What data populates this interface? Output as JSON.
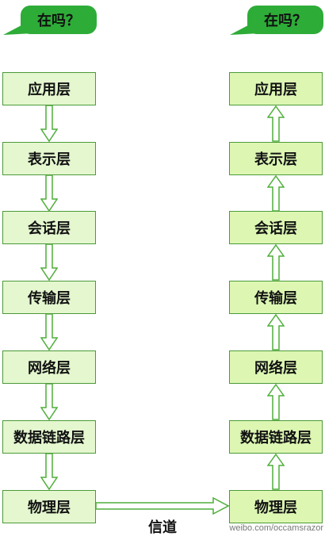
{
  "bubbles": {
    "left": "在吗？",
    "right": "在吗？"
  },
  "left_stack": [
    "应用层",
    "表示层",
    "会话层",
    "传输层",
    "网络层",
    "数据链路层",
    "物理层"
  ],
  "right_stack": [
    "应用层",
    "表示层",
    "会话层",
    "传输层",
    "网络层",
    "数据链路层",
    "物理层"
  ],
  "channel_label": "信道",
  "watermark": "weibo.com/occamsrazor",
  "colors": {
    "bubble": "#2eac38",
    "left_box": "#e4f7cf",
    "right_box": "#ddf7b3",
    "border": "#4c9a38",
    "arrow": "#4fae3a"
  }
}
